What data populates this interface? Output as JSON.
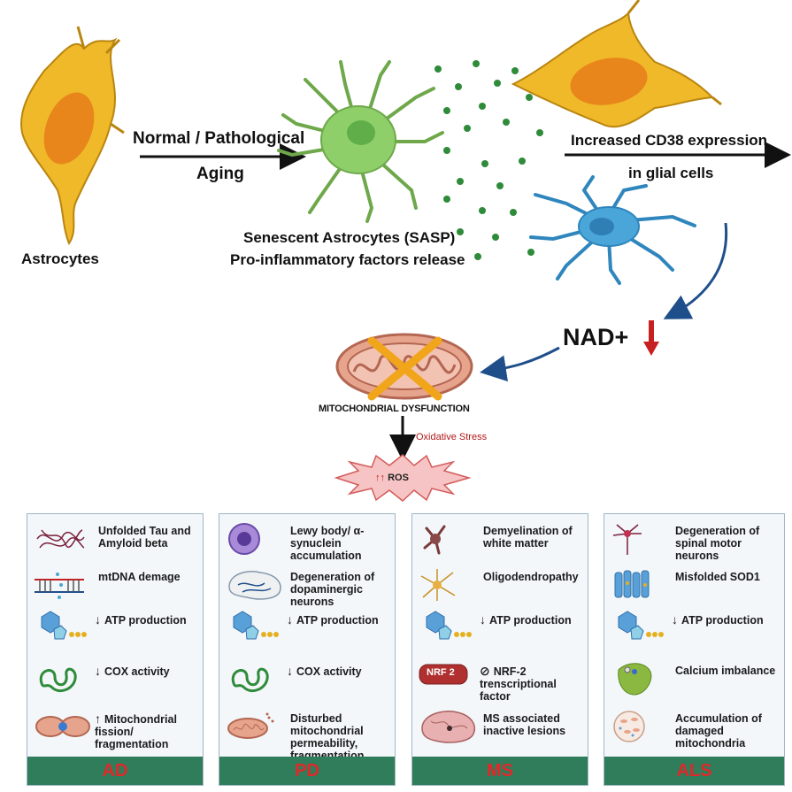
{
  "top": {
    "astrocytes_label": "Astrocytes",
    "aging_line1": "Normal / Pathological",
    "aging_line2": "Aging",
    "senescent_line1": "Senescent Astrocytes (SASP)",
    "senescent_line2": "Pro-inflammatory factors release",
    "cd38_line1": "Increased CD38 expression",
    "cd38_line2": "in glial cells"
  },
  "middle": {
    "nad_label": "NAD+",
    "mito_label": "MITOCHONDRIAL DYSFUNCTION",
    "oxidative_label": "Oxidative Stress",
    "ros_label": "ROS",
    "ros_arrows": "↑↑"
  },
  "colors": {
    "astrocyte_yellow": "#f0b92a",
    "astrocyte_nucleus": "#e8861c",
    "senescent_green": "#8fcf6a",
    "microglia_blue": "#4aa6d8",
    "dot_green": "#2e8b3a",
    "arrow_blue": "#1f4f8a",
    "nad_red": "#c62020",
    "panel_footer": "#2f7d5a",
    "panel_footer_text": "#e0282a",
    "cross_orange": "#f0a51a"
  },
  "panels": [
    {
      "name": "AD",
      "items": [
        {
          "icon": "tangle-icon",
          "text": "Unfolded Tau and\nAmyloid beta",
          "arrow": ""
        },
        {
          "icon": "dna-damage-icon",
          "text": "mtDNA demage",
          "arrow": ""
        },
        {
          "icon": "atp-icon",
          "text": "ATP production",
          "arrow": "↓"
        },
        {
          "icon": "cox-icon",
          "text": "COX activity",
          "arrow": "↓"
        },
        {
          "icon": "mito-fission-icon",
          "text": "Mitochondrial\nfission/\nfragmentation",
          "arrow": "↑"
        }
      ]
    },
    {
      "name": "PD",
      "items": [
        {
          "icon": "lewy-body-icon",
          "text": "Lewy body/ α-\nsynuclein accumulation",
          "arrow": ""
        },
        {
          "icon": "brain-icon",
          "text": "Degeneration of\ndopaminergic neurons",
          "arrow": ""
        },
        {
          "icon": "atp-icon",
          "text": "ATP production",
          "arrow": "↓"
        },
        {
          "icon": "cox-icon",
          "text": "COX activity",
          "arrow": "↓"
        },
        {
          "icon": "mito-disturbed-icon",
          "text": "Disturbed\nmitochondrial\npermeability,\nfragmentation",
          "arrow": ""
        }
      ]
    },
    {
      "name": "MS",
      "items": [
        {
          "icon": "demyelination-icon",
          "text": "Demyelination of\nwhite matter",
          "arrow": ""
        },
        {
          "icon": "oligodendrocyte-icon",
          "text": "Oligodendropathy",
          "arrow": ""
        },
        {
          "icon": "atp-icon",
          "text": "ATP production",
          "arrow": "↓"
        },
        {
          "icon": "nrf2-icon",
          "icon_text": "NRF 2",
          "text": "NRF-2\ntrenscriptional\nfactor",
          "arrow": "⊘"
        },
        {
          "icon": "brain-lesion-icon",
          "text": "MS associated\ninactive lesions",
          "arrow": ""
        }
      ]
    },
    {
      "name": "ALS",
      "items": [
        {
          "icon": "motor-neuron-icon",
          "text": "Degeneration of\nspinal motor neurons",
          "arrow": ""
        },
        {
          "icon": "sod1-icon",
          "text": "Misfolded SOD1",
          "arrow": ""
        },
        {
          "icon": "atp-icon",
          "text": "ATP production",
          "arrow": "↓"
        },
        {
          "icon": "calcium-icon",
          "text": "Calcium imbalance",
          "arrow": ""
        },
        {
          "icon": "damaged-mito-icon",
          "text": "Accumulation of\ndamaged\nmitochondria",
          "arrow": ""
        }
      ]
    }
  ]
}
